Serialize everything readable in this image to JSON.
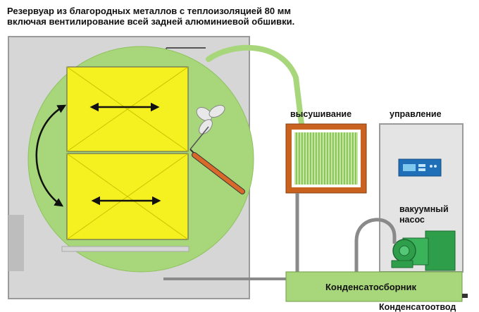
{
  "caption": {
    "line1": "Резервуар из благородных металлов с теплоизоляцией 80 мм",
    "line2": "включая  вентилирование всей задней алюминиевой обшивки."
  },
  "labels": {
    "drying": "высушивание",
    "control": "управление",
    "vacuum_pump_line1": "вакуумный",
    "vacuum_pump_line2": "насос",
    "condensate_collector": "Конденсатосборник",
    "condensate_drain": "Конденсатоотвод"
  },
  "colors": {
    "chamber_gray": "#d6d6d6",
    "drum_green": "#a8d67a",
    "tray_yellow": "#f5f020",
    "pipe_green": "#a8d67a",
    "drying_frame": "#c8621e",
    "pump_green": "#2e9e4a",
    "control_panel_blue": "#1f6fb8",
    "rod_orange": "#d9692a"
  }
}
